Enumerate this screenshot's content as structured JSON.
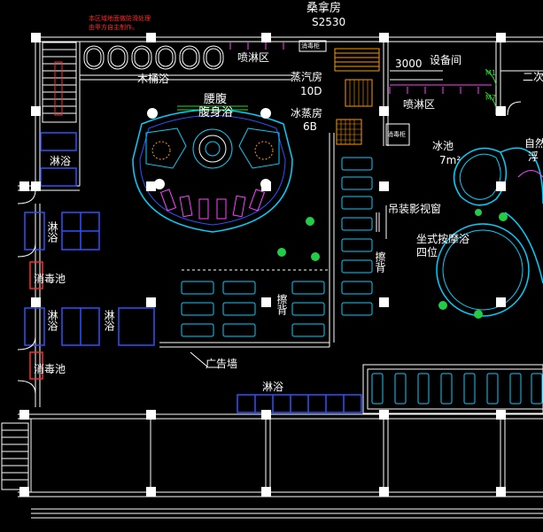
{
  "labels": {
    "sauna": "桑拿房",
    "sauna_code": "S2530",
    "shower_area_top": "喷淋区",
    "shower_area_mid": "喷淋区",
    "wood_tub_bath": "木桶浴",
    "waist_abdomen": "腰腹",
    "waist_body_bath": "腹身浴",
    "steam_room": "蒸汽房",
    "steam_code": "10D",
    "ice_steam_room": "冰蒸房",
    "ice_steam_code": "6B",
    "dim_3000": "3000",
    "equipment_room": "设备间",
    "second_level": "二次",
    "ice_pool": "冰池",
    "ice_pool_size": "7m²",
    "natural_label_a": "自然",
    "natural_label_b": "浮",
    "hanging_tv_window": "吊装影视窗",
    "sitting_massage_bath": "坐式按摩浴",
    "four_seats": "四位",
    "scrub_right": "擦背",
    "scrub_center": "擦背",
    "advert_wall": "广告墙",
    "shower_left_1": "淋浴",
    "shower_left_2": "淋浴",
    "shower_left_3": "淋浴",
    "shower_left_4": "淋浴",
    "shower_bottom": "淋浴",
    "disinfect_1": "消毒池",
    "disinfect_2": "消毒池",
    "disinfect_cabinet_top": "消毒柜",
    "disinfect_cabinet_mid": "消毒柜",
    "door_m1": "M1",
    "door_m7": "M7",
    "note_line1": "本区域地面做防滑处理",
    "note_line2": "由甲方自主制作。"
  },
  "colors": {
    "background": "#000000",
    "wall": "#ffffff",
    "water_cyan": "#00d0ff",
    "fixture_magenta": "#ff40ff",
    "sauna_orange": "#ff9900",
    "plant_green": "#22cc44",
    "note_red": "#ff2a2a",
    "blue_line": "#3050ff"
  }
}
